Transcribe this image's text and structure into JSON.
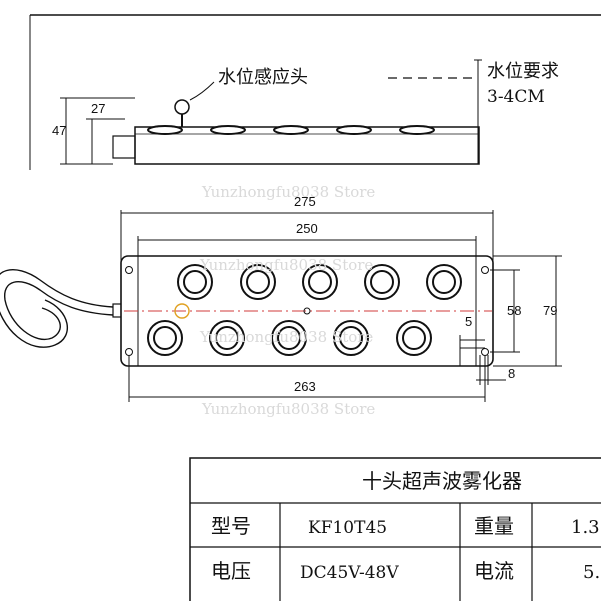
{
  "labels": {
    "sensor": "水位感应头",
    "water_req": "水位要求",
    "water_req_value": "3-4CM"
  },
  "dimensions": {
    "d27": "27",
    "d47": "47",
    "d275": "275",
    "d250": "250",
    "d263": "263",
    "d58": "58",
    "d79": "79",
    "d5": "5",
    "d8": "8"
  },
  "watermark": "Yunzhongfu8038 Store",
  "spec_table": {
    "title": "十头超声波雾化器",
    "rows": [
      {
        "label": "型号",
        "value": "KF10T45",
        "label2": "重量",
        "value2": "1.3"
      },
      {
        "label": "电压",
        "value": "DC45V-48V",
        "label2": "电流",
        "value2": "5."
      }
    ]
  },
  "colors": {
    "line": "#111111",
    "centerline": "#d23b3b",
    "sensor_mark": "#e0a020",
    "watermark": "#d9d9d9"
  }
}
